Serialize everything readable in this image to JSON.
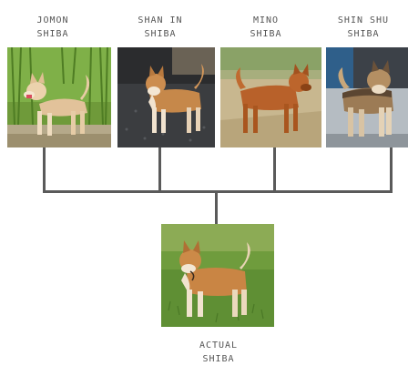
{
  "parents": [
    {
      "line1": "JOMON",
      "line2": "SHIBA",
      "icon": "jomon-shiba-photo"
    },
    {
      "line1": "SHAN IN",
      "line2": "SHIBA",
      "icon": "shan-in-shiba-photo"
    },
    {
      "line1": "MINO",
      "line2": "SHIBA",
      "icon": "mino-shiba-photo"
    },
    {
      "line1": "SHIN SHU",
      "line2": "SHIBA",
      "icon": "shin-shu-shiba-photo"
    }
  ],
  "result": {
    "line1": "ACTUAL",
    "line2": "SHIBA",
    "icon": "actual-shiba-photo"
  },
  "colors": {
    "line": "#5a5a5a",
    "label": "#555555",
    "fur_red": "#c98544",
    "fur_light": "#f2e3cc",
    "grass": "#4f8a2c"
  }
}
